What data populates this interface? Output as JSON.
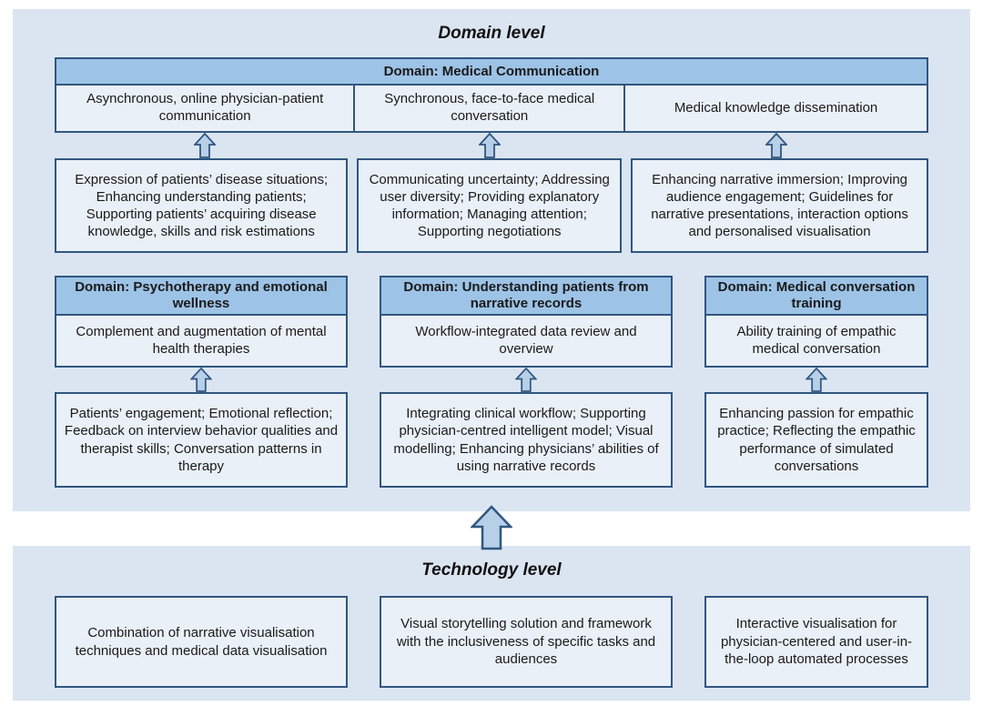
{
  "colors": {
    "panel_bg": "#dbe5f1",
    "header_fill": "#9dc3e6",
    "box_fill": "#e9f0f8",
    "border": "#31567f",
    "arrow_fill": "#b7d0e8",
    "text": "#1a1a1a"
  },
  "domain_level": {
    "title": "Domain level",
    "medical_communication": {
      "header": "Domain: Medical Communication",
      "subdomains": [
        {
          "label": "Asynchronous, online physician-patient communication",
          "details": "Expression of patients’ disease situations; Enhancing understanding patients; Supporting patients’ acquiring disease knowledge, skills and risk estimations"
        },
        {
          "label": "Synchronous, face-to-face medical conversation",
          "details": "Communicating uncertainty; Addressing user diversity; Providing explanatory information; Managing attention; Supporting negotiations"
        },
        {
          "label": "Medical knowledge dissemination",
          "details": "Enhancing narrative immersion; Improving audience engagement; Guidelines for narrative presentations, interaction options and personalised visualisation"
        }
      ]
    },
    "domains": [
      {
        "header": "Domain: Psychotherapy and emotional wellness",
        "body": "Complement and augmentation of mental health therapies",
        "details": "Patients’ engagement; Emotional reflection; Feedback on interview behavior qualities and therapist skills; Conversation patterns in therapy"
      },
      {
        "header": "Domain: Understanding patients from narrative records",
        "body": "Workflow-integrated data review and overview",
        "details": "Integrating clinical workflow; Supporting physician-centred intelligent model; Visual modelling; Enhancing physicians’ abilities of using narrative records"
      },
      {
        "header": "Domain: Medical conversation training",
        "body": "Ability training of empathic medical conversation",
        "details": "Enhancing passion for empathic practice; Reflecting the empathic performance of simulated conversations"
      }
    ]
  },
  "technology_level": {
    "title": "Technology level",
    "items": [
      "Combination of narrative visualisation techniques and medical data visualisation",
      "Visual storytelling solution and framework with the inclusiveness of specific tasks and audiences",
      "Interactive visualisation for physician-centered and user-in-the-loop automated processes"
    ]
  }
}
